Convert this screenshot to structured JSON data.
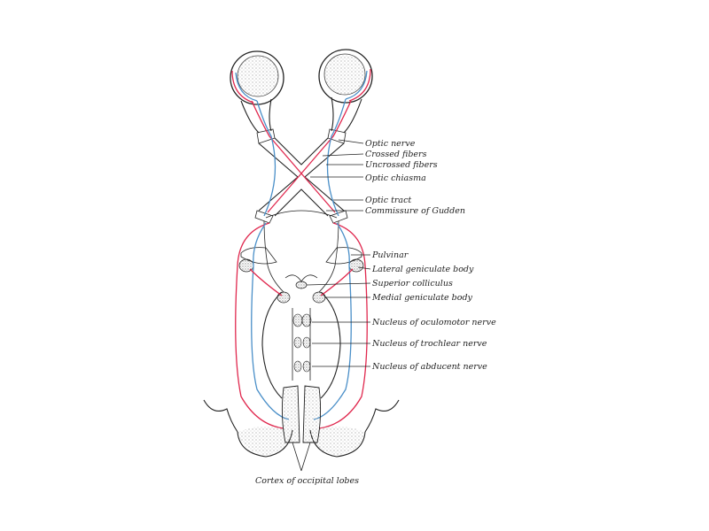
{
  "colors": {
    "crossed": "#e0284e",
    "uncrossed": "#4a8fc8",
    "ink": "#222222",
    "stipple": "#bdbdbd"
  },
  "labels": {
    "optic_nerve": "Optic nerve",
    "crossed_fibers": "Crossed fibers",
    "uncrossed_fibers": "Uncrossed fibers",
    "optic_chiasma": "Optic chiasma",
    "optic_tract": "Optic tract",
    "commissure_of_gudden": "Commissure of Gudden",
    "pulvinar": "Pulvinar",
    "lateral_geniculate_body": "Lateral geniculate body",
    "superior_colliculus": "Superior colliculus",
    "medial_geniculate_body": "Medial geniculate body",
    "nucleus_oculomotor": "Nucleus of oculomotor nerve",
    "nucleus_trochlear": "Nucleus of trochlear nerve",
    "nucleus_abducent": "Nucleus of abducent nerve",
    "cortex_occipital": "Cortex of occipital lobes"
  }
}
